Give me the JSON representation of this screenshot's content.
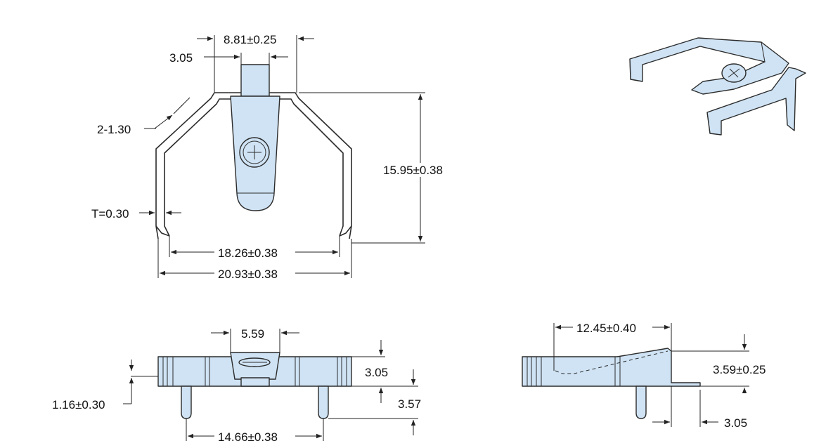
{
  "colors": {
    "part_fill": "#cfe3f4",
    "line": "#2b2b2b",
    "text": "#111111",
    "background": "#ffffff"
  },
  "top_view": {
    "dim_tab_width": "8.81±0.25",
    "dim_screw_offset": "3.05",
    "dim_shoulder": "2-1.30",
    "dim_thickness": "T=0.30",
    "dim_height": "15.95±0.38",
    "dim_inner_width": "18.26±0.38",
    "dim_outer_width": "20.93±0.38"
  },
  "front_view": {
    "dim_slot_width": "5.59",
    "dim_left_height": "1.16±0.30",
    "dim_body_height": "3.05",
    "dim_pin_length": "3.57",
    "dim_pin_pitch": "14.66±0.38"
  },
  "side_view": {
    "dim_length": "12.45±0.40",
    "dim_height": "3.59±0.25",
    "dim_pin_offset": "3.05"
  },
  "iso_view": {
    "icon": "battery-holder-isometric-icon"
  }
}
